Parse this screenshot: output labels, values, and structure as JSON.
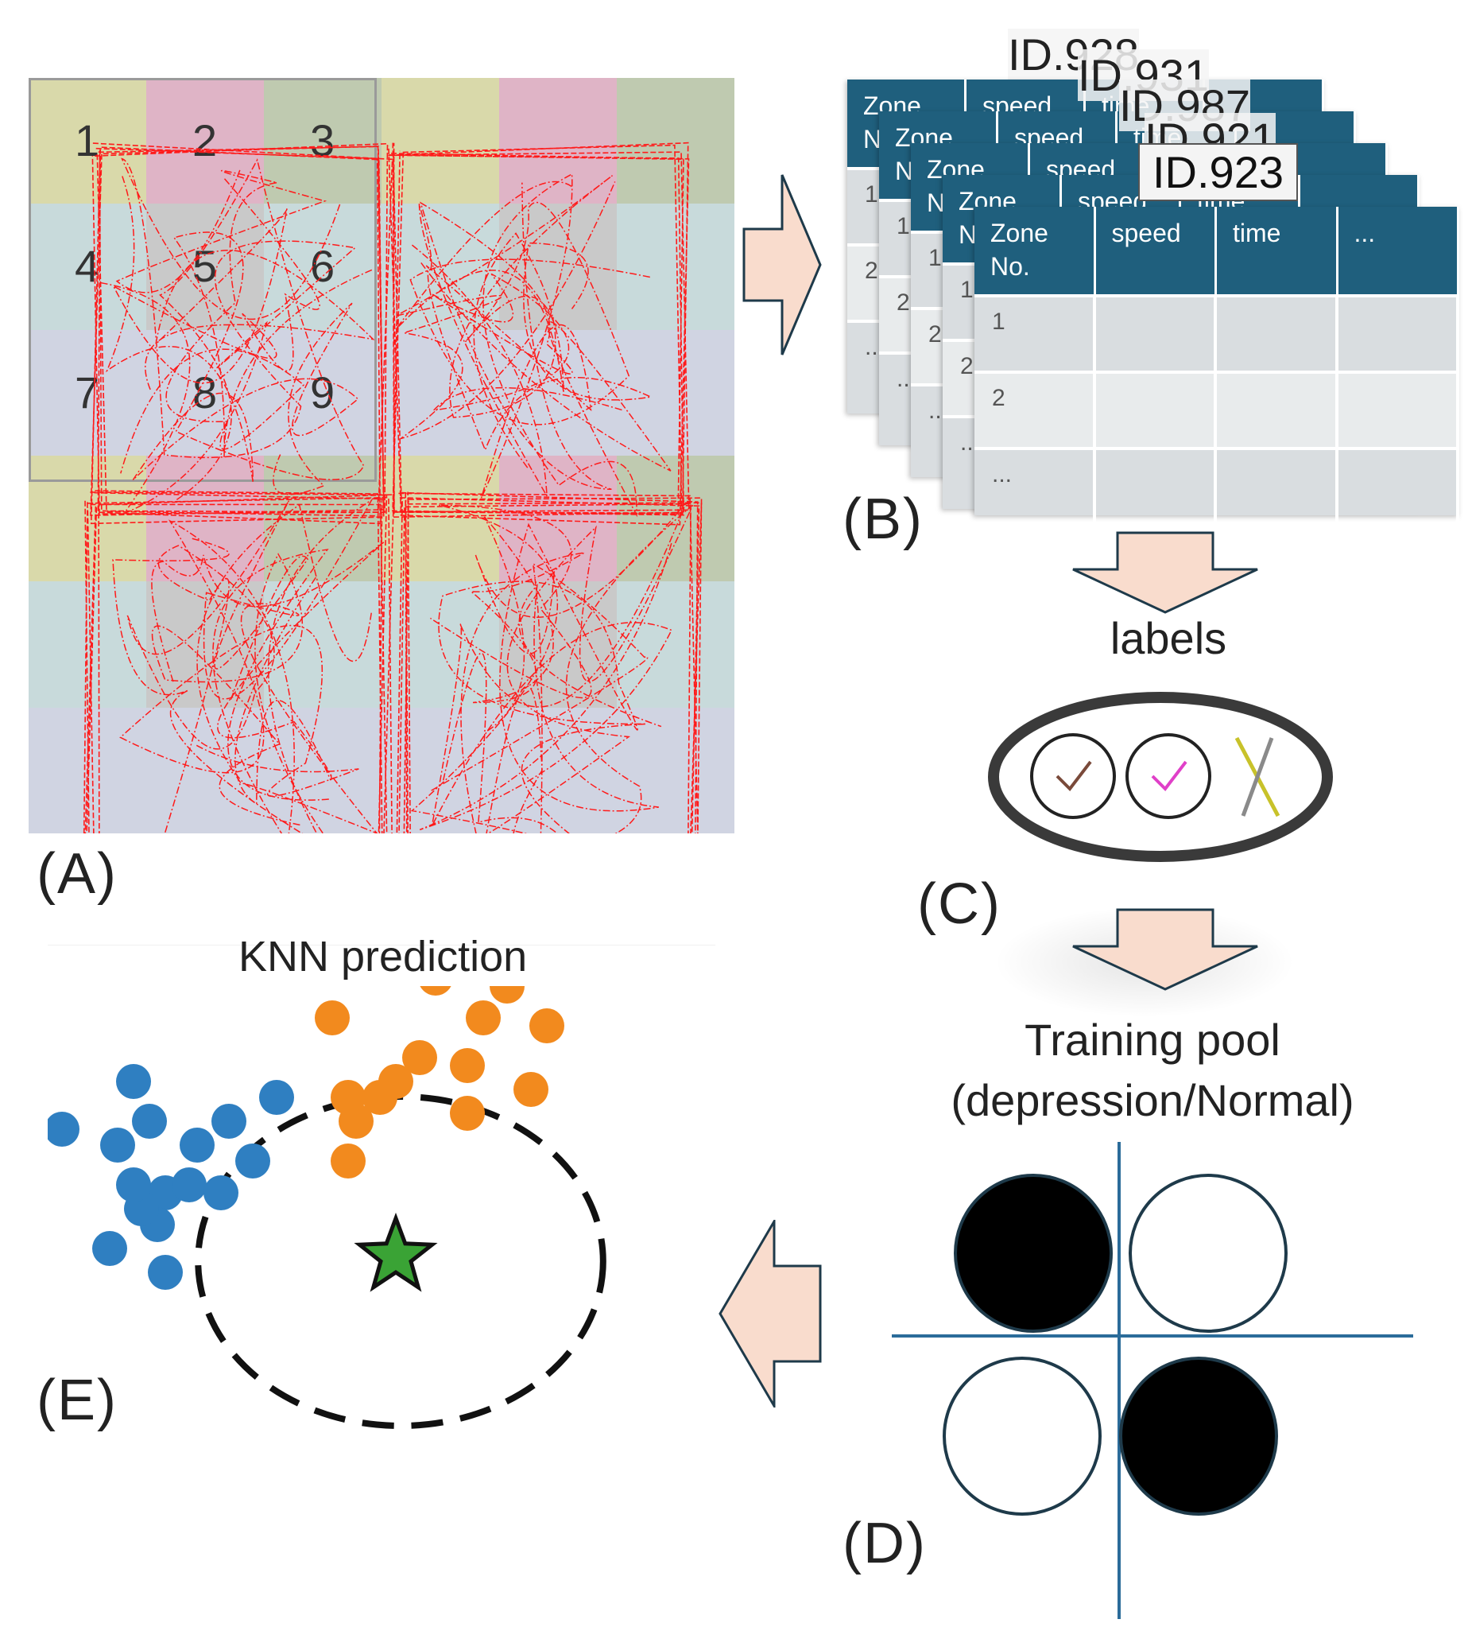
{
  "panelA": {
    "label": "(A)",
    "zone_numbers": [
      "1",
      "2",
      "3",
      "4",
      "5",
      "6",
      "7",
      "8",
      "9"
    ]
  },
  "panelB": {
    "label": "(B)",
    "ids": [
      "ID.928",
      "ID.931",
      "ID.987",
      "ID.921",
      "ID.923"
    ],
    "columns": [
      "Zone No.",
      "speed",
      "time",
      "..."
    ],
    "rows": [
      "1",
      "2",
      "..."
    ]
  },
  "labels_caption": "labels",
  "panelC": {
    "label": "(C)"
  },
  "training_pool": {
    "line1": "Training pool",
    "line2": "(depression/Normal)"
  },
  "panelD": {
    "label": "(D)"
  },
  "panelE": {
    "label": "(E)",
    "title": "KNN  prediction"
  },
  "colors": {
    "arrow_fill": "#f9dccd",
    "table_header": "#1f5f7d",
    "trajectory": "#ff1a1a",
    "class_blue": "#2f7fc1",
    "class_orange": "#f28a1e",
    "query_star": "#3aa335",
    "zone_colors": [
      "#d9d9aa",
      "#dfb4c6",
      "#bfcab0",
      "#c8dadb",
      "#c0c0c0",
      "#d0d4e2"
    ]
  },
  "knn_points": {
    "blue": [
      [
        -4.2,
        1.6
      ],
      [
        -3.3,
        2.2
      ],
      [
        -3.5,
        1.4
      ],
      [
        -3.1,
        1.7
      ],
      [
        -2.9,
        0.8
      ],
      [
        -2.5,
        1.4
      ],
      [
        -2.6,
        0.9
      ],
      [
        -3.0,
        0.4
      ],
      [
        -3.2,
        0.6
      ],
      [
        -3.6,
        0.1
      ],
      [
        -2.1,
        1.7
      ],
      [
        -1.5,
        2.0
      ],
      [
        -1.8,
        1.2
      ],
      [
        -2.2,
        0.8
      ],
      [
        -2.9,
        -0.2
      ],
      [
        -3.3,
        0.9
      ]
    ],
    "orange": [
      [
        -0.8,
        3.0
      ],
      [
        0.5,
        3.5
      ],
      [
        1.1,
        3.0
      ],
      [
        0.3,
        2.5
      ],
      [
        0.9,
        2.4
      ],
      [
        0.0,
        2.2
      ],
      [
        -0.2,
        2.0
      ],
      [
        -0.6,
        2.0
      ],
      [
        -0.5,
        1.7
      ],
      [
        0.9,
        1.8
      ],
      [
        1.7,
        2.1
      ],
      [
        1.9,
        2.9
      ],
      [
        1.4,
        3.4
      ],
      [
        2.2,
        3.7
      ],
      [
        -0.6,
        1.2
      ]
    ],
    "star": [
      0,
      0
    ],
    "radius_x": 2.6,
    "radius_y": 2.3
  }
}
